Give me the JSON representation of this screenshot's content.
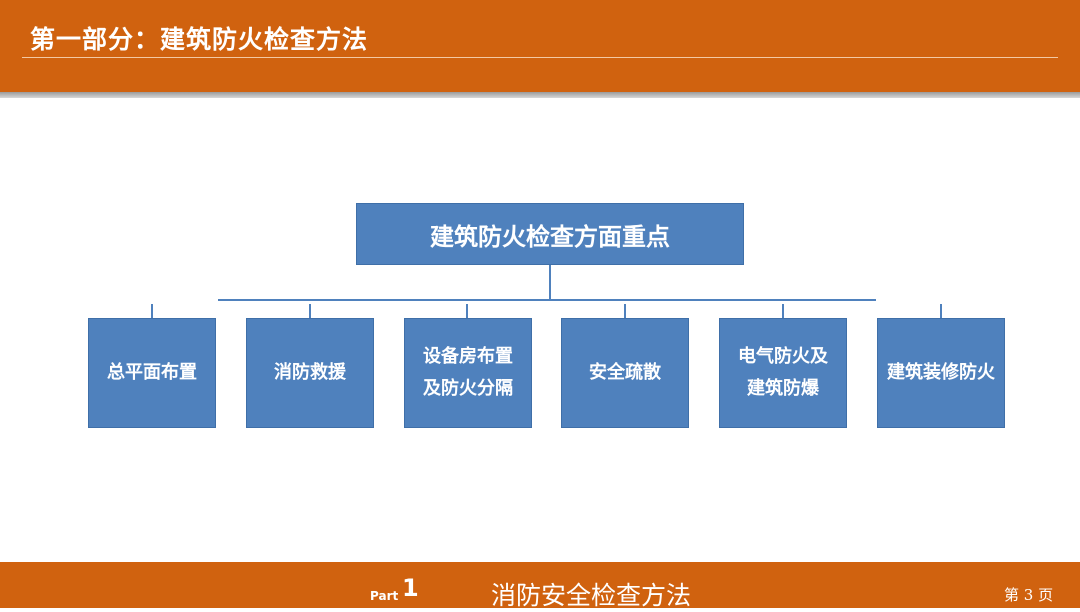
{
  "header": {
    "title": "第一部分：建筑防火检查方法"
  },
  "diagram": {
    "root": "建筑防火检查方面重点",
    "children": [
      {
        "line1": "总平面布置",
        "line2": ""
      },
      {
        "line1": "消防救援",
        "line2": ""
      },
      {
        "line1": "设备房布置",
        "line2": "及防火分隔"
      },
      {
        "line1": "安全疏散",
        "line2": ""
      },
      {
        "line1": "电气防火及",
        "line2": "建筑防爆"
      },
      {
        "line1": "建筑装修防火",
        "line2": ""
      }
    ]
  },
  "footer": {
    "part_label": "Part",
    "part_number": "1",
    "title": "消防安全检查方法",
    "page": "第 3 页"
  },
  "colors": {
    "accent": "#d0620f",
    "box_fill": "#4f81bd",
    "box_border": "#3f6fa8"
  }
}
